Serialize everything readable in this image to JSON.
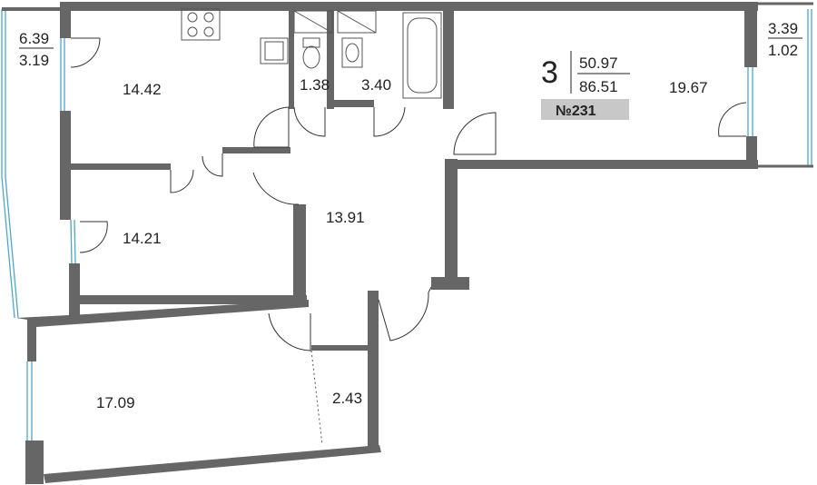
{
  "apartment": {
    "rooms_count": "3",
    "living_area": "50.97",
    "total_area": "86.51",
    "number": "№231"
  },
  "rooms": {
    "kitchen": "14.42",
    "wc": "1.38",
    "bathroom": "3.40",
    "hall": "13.91",
    "bedroom_right": "19.67",
    "bedroom_mid": "14.21",
    "bedroom_bottom": "17.09",
    "closet": "2.43"
  },
  "balconies": {
    "left_full": "6.39",
    "left_reduced": "3.19",
    "right_full": "3.39",
    "right_reduced": "1.02"
  },
  "colors": {
    "wall": "#666666",
    "window": "#4aa8c8",
    "line": "#333333",
    "badge": "#c8c8c8"
  }
}
